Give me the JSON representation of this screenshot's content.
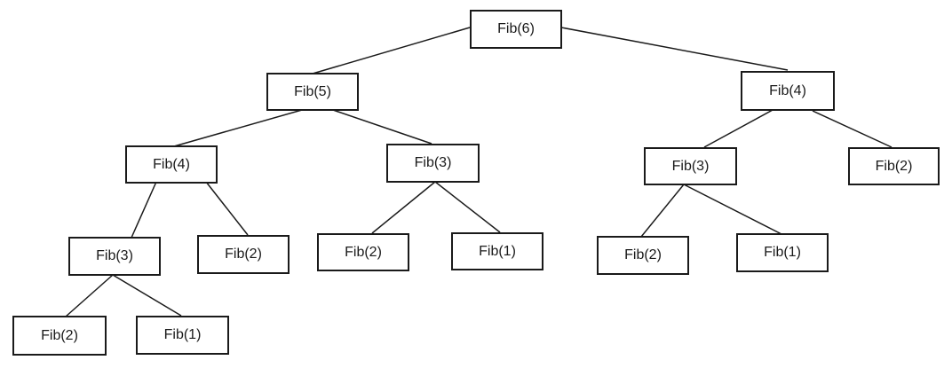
{
  "diagram": {
    "nodes": [
      {
        "id": "n0",
        "label": "Fib(6)"
      },
      {
        "id": "n1",
        "label": "Fib(5)"
      },
      {
        "id": "n2",
        "label": "Fib(4)"
      },
      {
        "id": "n3",
        "label": "Fib(4)"
      },
      {
        "id": "n4",
        "label": "Fib(3)"
      },
      {
        "id": "n5",
        "label": "Fib(3)"
      },
      {
        "id": "n6",
        "label": "Fib(2)"
      },
      {
        "id": "n7",
        "label": "Fib(3)"
      },
      {
        "id": "n8",
        "label": "Fib(2)"
      },
      {
        "id": "n9",
        "label": "Fib(2)"
      },
      {
        "id": "n10",
        "label": "Fib(1)"
      },
      {
        "id": "n11",
        "label": "Fib(2)"
      },
      {
        "id": "n12",
        "label": "Fib(1)"
      },
      {
        "id": "n13",
        "label": "Fib(2)"
      },
      {
        "id": "n14",
        "label": "Fib(1)"
      }
    ],
    "edges": [
      {
        "from": "n0",
        "to": "n1"
      },
      {
        "from": "n0",
        "to": "n2"
      },
      {
        "from": "n1",
        "to": "n3"
      },
      {
        "from": "n1",
        "to": "n4"
      },
      {
        "from": "n2",
        "to": "n5"
      },
      {
        "from": "n2",
        "to": "n6"
      },
      {
        "from": "n3",
        "to": "n7"
      },
      {
        "from": "n3",
        "to": "n8"
      },
      {
        "from": "n4",
        "to": "n9"
      },
      {
        "from": "n4",
        "to": "n10"
      },
      {
        "from": "n5",
        "to": "n11"
      },
      {
        "from": "n5",
        "to": "n12"
      },
      {
        "from": "n7",
        "to": "n13"
      },
      {
        "from": "n7",
        "to": "n14"
      }
    ]
  }
}
